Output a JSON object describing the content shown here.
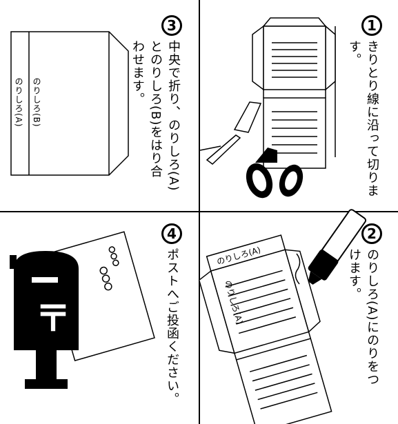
{
  "steps": [
    {
      "number": "1",
      "lines": [
        "きりとり線に沿って切りま",
        "す。"
      ]
    },
    {
      "number": "2",
      "lines": [
        "のりしろ(A)にのりをつ",
        "けます。"
      ]
    },
    {
      "number": "3",
      "lines": [
        "中央で折り、のりしろ(A)",
        "とのりしろ(B)をはり合",
        "わせます。"
      ]
    },
    {
      "number": "4",
      "lines": [
        "ポストへご投函ください。"
      ]
    }
  ],
  "labels": {
    "glue_a": "のりしろ(A)",
    "glue_b": "のりしろ(B)",
    "post_mark": "〒",
    "circles": "○○○"
  }
}
